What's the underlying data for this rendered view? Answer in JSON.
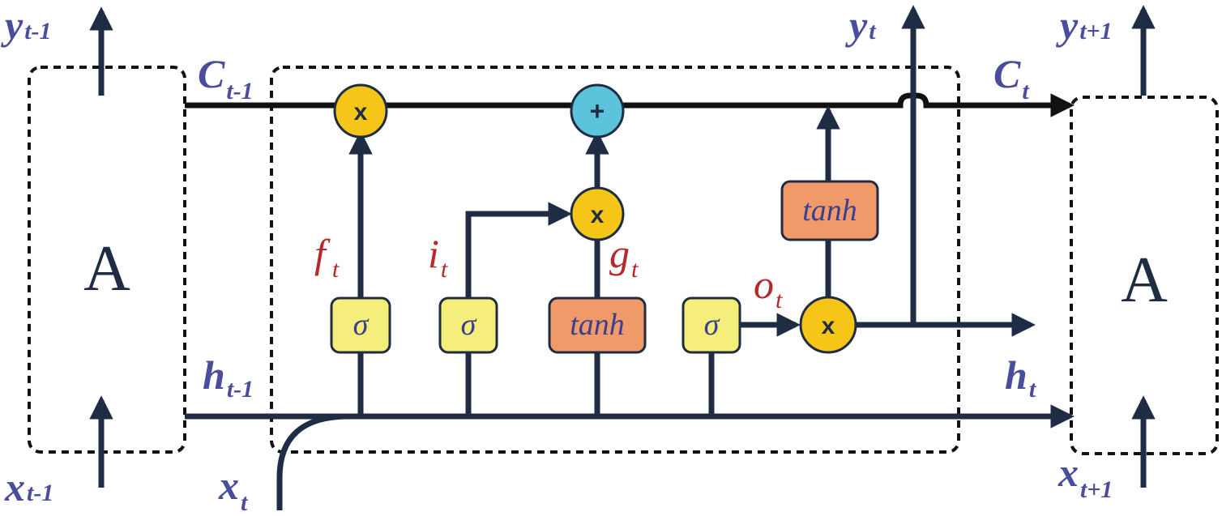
{
  "cells": {
    "left_label": "A",
    "right_label": "A"
  },
  "labels": {
    "y_prev": {
      "main": "y",
      "sub": "t-1"
    },
    "y_curr": {
      "main": "y",
      "sub": "t"
    },
    "y_next": {
      "main": "y",
      "sub": "t+1"
    },
    "x_prev": {
      "main": "x",
      "sub": "t-1"
    },
    "x_curr": {
      "main": "x",
      "sub": "t"
    },
    "x_next": {
      "main": "x",
      "sub": "t+1"
    },
    "c_prev": {
      "main": "C",
      "sub": "t-1"
    },
    "c_curr": {
      "main": "C",
      "sub": "t"
    },
    "h_prev": {
      "main": "h",
      "sub": "t-1"
    },
    "h_curr": {
      "main": "h",
      "sub": "t"
    },
    "f": {
      "main": "f",
      "sub": "t"
    },
    "i": {
      "main": "i",
      "sub": "t"
    },
    "g": {
      "main": "g",
      "sub": "t"
    },
    "o": {
      "main": "o",
      "sub": "t"
    }
  },
  "ops": {
    "forget_mul": "x",
    "add": "+",
    "input_mul": "x",
    "output_mul": "x"
  },
  "gates": {
    "forget": "σ",
    "input": "σ",
    "candidate": "tanh",
    "output": "σ",
    "cell_tanh": "tanh"
  },
  "colors": {
    "line": "#1f2d44",
    "cell_state_line": "#111111",
    "sigma_fill": "#f6ee7a",
    "tanh_fill": "#f09a6a",
    "mul_fill": "#f5c518",
    "add_fill": "#5bc4dc",
    "label_blue": "#4a4c9c",
    "label_red": "#b5282c"
  }
}
